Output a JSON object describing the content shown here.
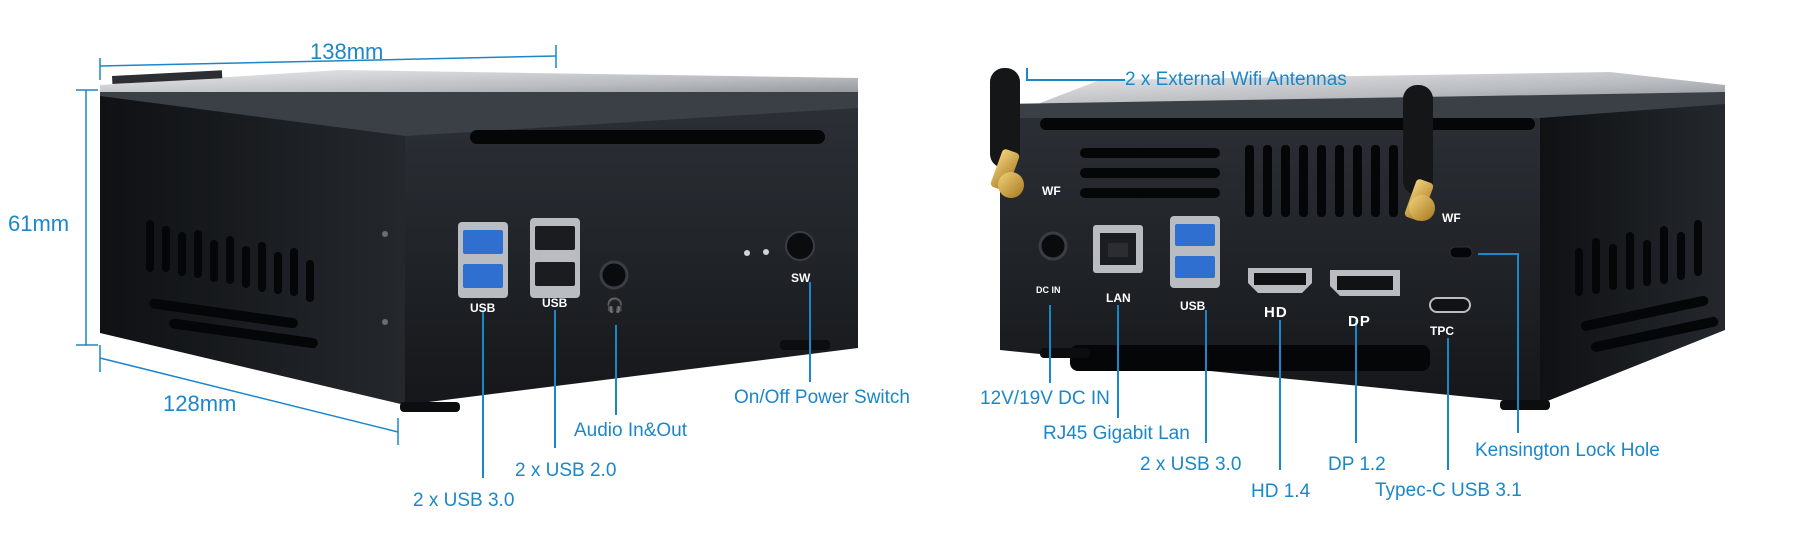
{
  "dimensions": {
    "width": "138mm",
    "height": "61mm",
    "depth": "128mm"
  },
  "front_panel": {
    "port_labels": {
      "usb_left": "USB",
      "usb_right": "USB",
      "power": "SW"
    },
    "callouts": {
      "usb30": "2 x USB 3.0",
      "usb20": "2 x USB 2.0",
      "audio": "Audio In&Out",
      "power_switch": "On/Off Power Switch"
    }
  },
  "rear_panel": {
    "port_labels": {
      "wifi_left": "WF",
      "wifi_right": "WF",
      "dc": "DC IN",
      "lan": "LAN",
      "usb": "USB",
      "hd": "HD",
      "dp": "DP",
      "tpc": "TPC"
    },
    "callouts": {
      "antennas": "2 x External Wifi Antennas",
      "dc_in": "12V/19V DC IN",
      "lan": "RJ45 Gigabit Lan",
      "usb30": "2 x USB 3.0",
      "hd": "HD 1.4",
      "dp": "DP 1.2",
      "typec": "Typec-C USB 3.1",
      "kensington": "Kensington Lock Hole"
    }
  },
  "colors": {
    "callout": "#1b87c9",
    "case_dark": "#1f2226",
    "case_top": "#d4d6d9",
    "usb3_blue": "#2f6fcf"
  }
}
